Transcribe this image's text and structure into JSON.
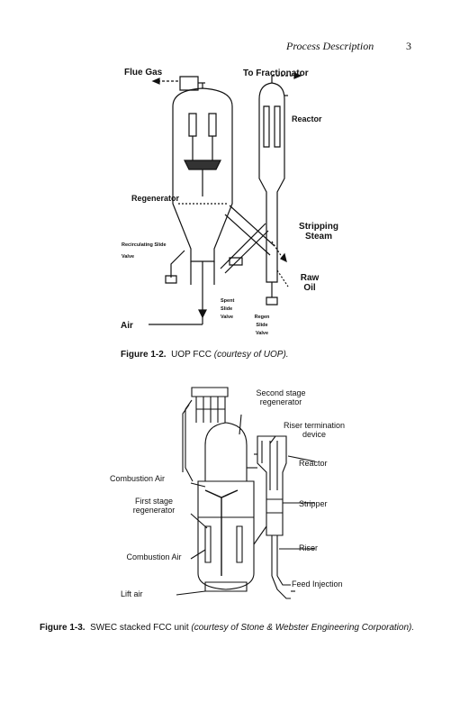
{
  "header": {
    "title": "Process Description",
    "page_number": "3"
  },
  "figure1": {
    "labels": {
      "flue_gas": "Flue Gas",
      "to_fractionator": "To Fractionator",
      "reactor": "Reactor",
      "regenerator": "Regenerator",
      "stripping_steam": "Stripping Steam",
      "recirculating_slide_valve": "Recirculating Slide Valve",
      "raw_oil": "Raw Oil",
      "spent_slide_valve": "Spent Slide Valve",
      "regen_slide_valve": "Regen Slide Valve",
      "air": "Air"
    },
    "caption": {
      "number": "Figure 1-2.",
      "text": "UOP FCC",
      "credit": "(courtesy of UOP)."
    }
  },
  "figure2": {
    "labels": {
      "second_stage_regenerator": "Second stage regenerator",
      "riser_termination_device": "Riser termination device",
      "reactor": "Reactor",
      "combustion_air_top": "Combustion Air",
      "first_stage_regenerator": "First stage regenerator",
      "stripper": "Stripper",
      "combustion_air": "Combustion Air",
      "riser": "Riser",
      "feed_injection": "Feed Injection",
      "lift_air": "Lift air"
    },
    "caption": {
      "number": "Figure 1-3.",
      "text": "SWEC stacked FCC unit",
      "credit": "(courtesy of Stone & Webster Engineering Corporation)."
    }
  }
}
